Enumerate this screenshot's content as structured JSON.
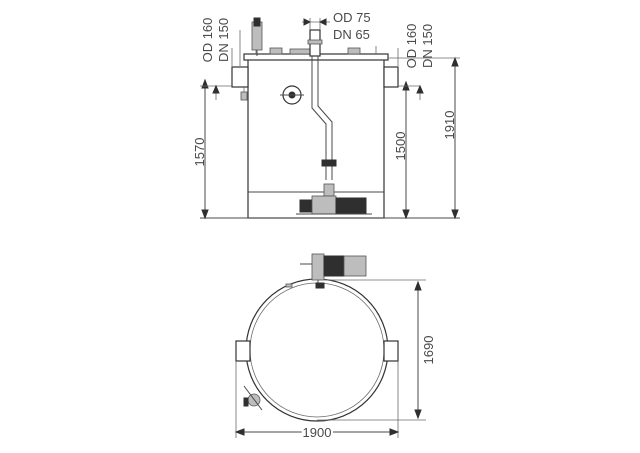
{
  "labels": {
    "inlet_left_od": "OD 160",
    "inlet_left_dn": "DN 150",
    "top_od": "OD 75",
    "top_dn": "DN 65",
    "outlet_right_od": "OD 160",
    "outlet_right_dn": "DN 150"
  },
  "dimensions": {
    "height_inlet": "1570",
    "height_outlet": "1500",
    "height_total": "1910",
    "plan_depth": "1690",
    "plan_width": "1900"
  },
  "colors": {
    "line": "#4a4a4a",
    "fill_dark": "#2f2f2f",
    "fill_grey": "#bdbdbd"
  }
}
